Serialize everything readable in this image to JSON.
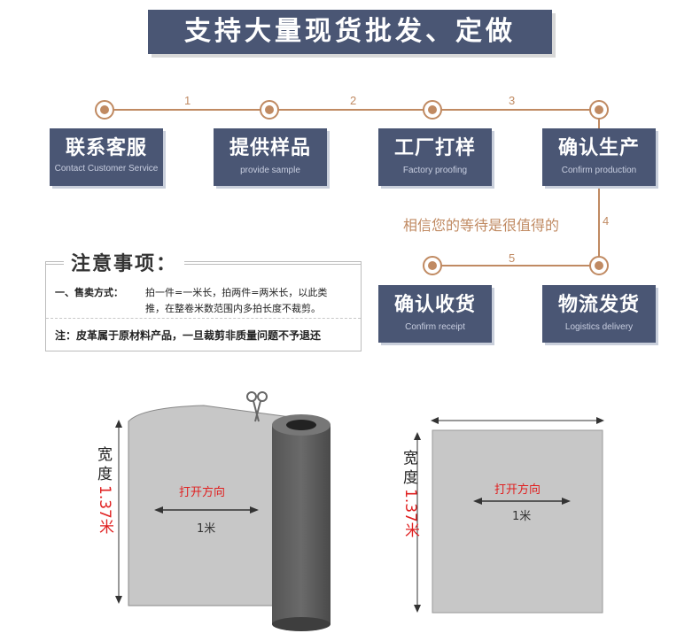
{
  "banner": {
    "title": "支持大量现货批发、定做"
  },
  "steps": [
    {
      "zh": "联系客服",
      "en": "Contact Customer Service"
    },
    {
      "zh": "提供样品",
      "en": "provide sample"
    },
    {
      "zh": "工厂打样",
      "en": "Factory proofing"
    },
    {
      "zh": "确认生产",
      "en": "Confirm production"
    },
    {
      "zh": "物流发货",
      "en": "Logistics delivery"
    },
    {
      "zh": "确认收货",
      "en": "Confirm receipt"
    }
  ],
  "step_numbers": [
    "1",
    "2",
    "3",
    "4",
    "5"
  ],
  "wait_text": "相信您的等待是很值得的",
  "notice": {
    "title": "注意事项：",
    "rule_label": "一、售卖方式：",
    "rule_text_1": "拍一件=一米长，拍两件=两米长，以此类",
    "rule_text_2": "推，在整卷米数范围内多拍长度不裁剪。",
    "footnote": "注：皮革属于原材料产品，一旦裁剪非质量问题不予退还"
  },
  "diagram": {
    "width_label": "宽度",
    "width_value": "1.37米",
    "open_direction": "打开方向",
    "length": "1米"
  },
  "colors": {
    "box": "#4a5674",
    "accent": "#c08a62",
    "red": "#e02020"
  }
}
